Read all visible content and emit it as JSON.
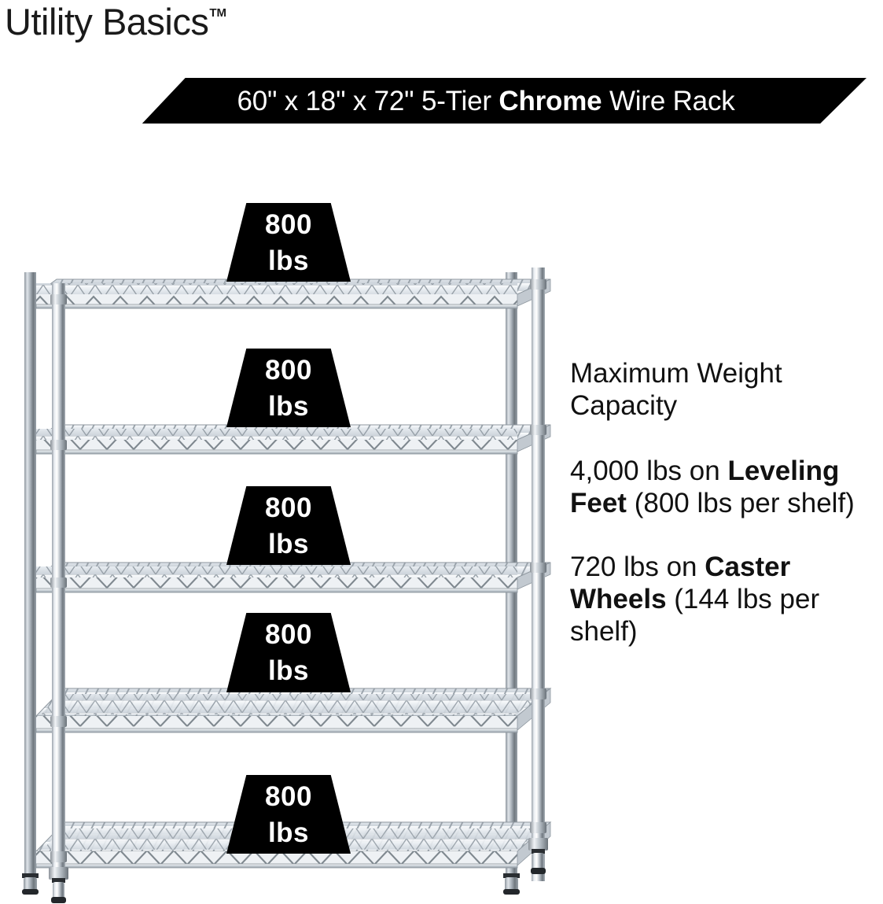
{
  "brand": {
    "name": "Utility Basics",
    "trademark": "TM"
  },
  "banner": {
    "dimensions": "60\" x 18\" x 72\"",
    "tiers": "5-Tier",
    "material": "Chrome",
    "product": "Wire Rack",
    "full_text": "60\" x 18\" x 72\" 5-Tier Chrome Wire Rack",
    "background_color": "#000000",
    "text_color": "#ffffff"
  },
  "copy": {
    "heading": "Maximum Weight Capacity",
    "leveling_feet": {
      "total": "4,000 lbs",
      "lead": "4,000 lbs on ",
      "emphasis": "Leveling Feet",
      "detail": " (800 lbs per shelf)"
    },
    "caster_wheels": {
      "total": "720 lbs",
      "lead": "720 lbs on ",
      "emphasis": "Caster Wheels",
      "detail": " (144 lbs per shelf)"
    }
  },
  "rack": {
    "tier_count": 5,
    "finish": "chrome",
    "post_count": 4,
    "feet_type": "leveling feet",
    "badges": [
      {
        "number": "800",
        "unit": "lbs",
        "shelf_index": 1
      },
      {
        "number": "800",
        "unit": "lbs",
        "shelf_index": 2
      },
      {
        "number": "800",
        "unit": "lbs",
        "shelf_index": 3
      },
      {
        "number": "800",
        "unit": "lbs",
        "shelf_index": 4
      },
      {
        "number": "800",
        "unit": "lbs",
        "shelf_index": 5
      }
    ]
  },
  "colors": {
    "background": "#ffffff",
    "ink": "#111111",
    "badge": "#000000",
    "chrome_light": "#f2f4f6",
    "chrome_mid": "#c4cad0",
    "chrome_dark": "#7d858d"
  }
}
